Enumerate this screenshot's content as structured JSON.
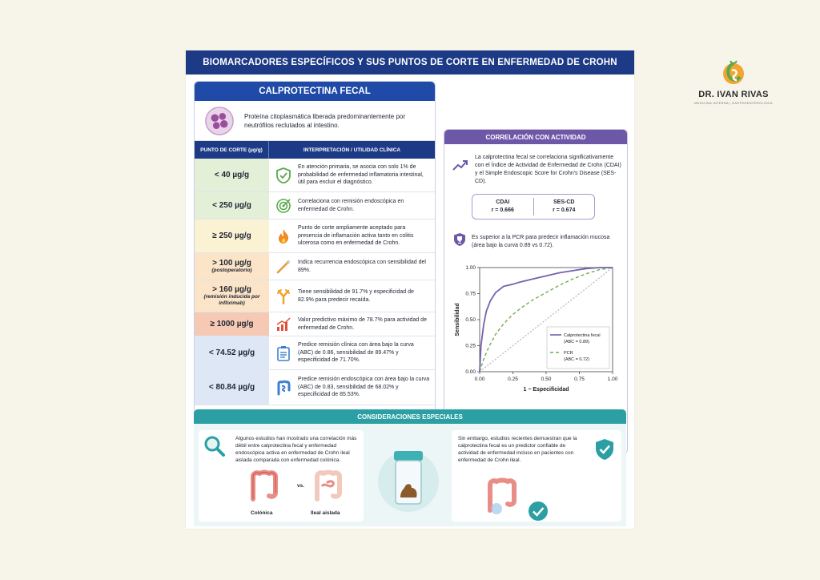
{
  "title": "BIOMARCADORES ESPECÍFICOS Y SUS PUNTOS DE CORTE EN ENFERMEDAD DE CROHN",
  "logo": {
    "name": "DR. IVAN RIVAS",
    "sub": "MEDICINA INTERNA | GASTROENTEROLOGÍA"
  },
  "calpro": {
    "heading": "CALPROTECTINA FECAL",
    "intro": "Proteína citoplasmática liberada predominantemente por neutrófilos reclutados al intestino.",
    "col1": "PUNTO DE CORTE (µg/g)",
    "col2": "INTERPRETACIÓN / UTILIDAD CLÍNICA",
    "rows": [
      {
        "cut": "< 40 µg/g",
        "note": "",
        "text": "En atención primaria, se asocia con solo 1% de probabilidad de enfermedad inflamatoria intestinal, útil para excluir el diagnóstico.",
        "icon": "shield-check-icon"
      },
      {
        "cut": "< 250 µg/g",
        "note": "",
        "text": "Correlaciona con remisión endoscópica en enfermedad de Crohn.",
        "icon": "target-icon"
      },
      {
        "cut": "≥ 250 µg/g",
        "note": "",
        "text": "Punto de corte ampliamente aceptado para presencia de inflamación activa tanto en colitis ulcerosa como en enfermedad de Crohn.",
        "icon": "flame-icon"
      },
      {
        "cut": "> 100 µg/g",
        "note": "(postoperatorio)",
        "text": "Indica recurrencia endoscópica con sensibilidad del 89%.",
        "icon": "scalpel-icon"
      },
      {
        "cut": "> 160 µg/g",
        "note": "(remisión inducida por infliximab)",
        "text": "Tiene sensibilidad de 91.7% y especificidad de 82.9% para predecir recaída.",
        "icon": "antibody-icon"
      },
      {
        "cut": "≥ 1000 µg/g",
        "note": "",
        "text": "Valor predictivo máximo de 78.7% para actividad de enfermedad de Crohn.",
        "icon": "bar-chart-icon"
      },
      {
        "cut": "< 74.52 µg/g",
        "note": "",
        "text": "Predice remisión clínica con área bajo la curva (ABC) de 0.86, sensibilidad de 89.47% y especificidad de 71.70%.",
        "icon": "clipboard-icon"
      },
      {
        "cut": "< 80.84 µg/g",
        "note": "",
        "text": "Predice remisión endoscópica con área bajo la curva (ABC) de 0.83, sensibilidad de 68.02% y especificidad de 85.53%.",
        "icon": "intestine-icon"
      }
    ],
    "colors": [
      "#e4efd7",
      "#e4efd7",
      "#fbf2d4",
      "#fbe4c7",
      "#fbe4c7",
      "#f6c9b4",
      "#dde7f6",
      "#dde7f6"
    ]
  },
  "corr": {
    "heading": "CORRELACIÓN CON ACTIVIDAD",
    "text": "La calprotectina fecal se correlaciona significativamente con el Índice de Actividad de Enfermedad de Crohn (CDAI) y el Simple Endoscopic Score for Crohn's Disease (SES-CD).",
    "scores": [
      {
        "name": "CDAI",
        "value": "r = 0.666"
      },
      {
        "name": "SES-CD",
        "value": "r = 0.674"
      }
    ],
    "pcr_text": "Es superior a la PCR para predecir inflamación mucosa (área bajo la curva 0.89 vs 0.72)."
  },
  "chart_data": {
    "type": "line",
    "xlabel": "1 − Especificidad",
    "ylabel": "Sensibilidad",
    "xlim": [
      0,
      1
    ],
    "ylim": [
      0,
      1
    ],
    "ticks": [
      "0.00",
      "0.25",
      "0.50",
      "0.75",
      "1.00"
    ],
    "grid": false,
    "legend_position": "bottom-right",
    "series": [
      {
        "name": "Calprotectina fecal",
        "sub": "(ABC = 0.89)",
        "color": "#7560b0",
        "dash": "",
        "x": [
          0,
          0.01,
          0.03,
          0.05,
          0.08,
          0.12,
          0.18,
          0.25,
          0.3,
          0.4,
          0.5,
          0.6,
          0.7,
          0.8,
          0.9,
          1.0
        ],
        "y": [
          0,
          0.25,
          0.45,
          0.58,
          0.68,
          0.76,
          0.82,
          0.84,
          0.86,
          0.89,
          0.92,
          0.95,
          0.97,
          0.99,
          1.0,
          1.0
        ]
      },
      {
        "name": "PCR",
        "sub": "(ABC = 0.72)",
        "color": "#72ad4d",
        "dash": "4,3",
        "x": [
          0,
          0.03,
          0.07,
          0.12,
          0.18,
          0.25,
          0.32,
          0.4,
          0.5,
          0.6,
          0.7,
          0.8,
          0.9,
          1.0
        ],
        "y": [
          0,
          0.12,
          0.24,
          0.36,
          0.46,
          0.55,
          0.62,
          0.69,
          0.76,
          0.83,
          0.89,
          0.94,
          0.98,
          1.0
        ]
      },
      {
        "name": "",
        "sub": "",
        "color": "#bfbfbf",
        "dash": "2,2",
        "x": [
          0,
          1
        ],
        "y": [
          0,
          1
        ]
      }
    ]
  },
  "cons": {
    "heading": "CONSIDERACIONES ESPECIALES",
    "left_text": "Algunos estudios han mostrado una correlación más débil entre calprotectina fecal y enfermedad endoscópica activa en enfermedad de Crohn ileal aislada comparada con enfermedad colónica.",
    "right_text": "Sin embargo, estudios recientes demuestran que la calprotectina fecal es un predictor confiable de actividad de enfermedad incluso en pacientes con enfermedad de Crohn ileal.",
    "colonic": "Colónica",
    "vs": "vs.",
    "ileal": "Ileal aislada"
  }
}
